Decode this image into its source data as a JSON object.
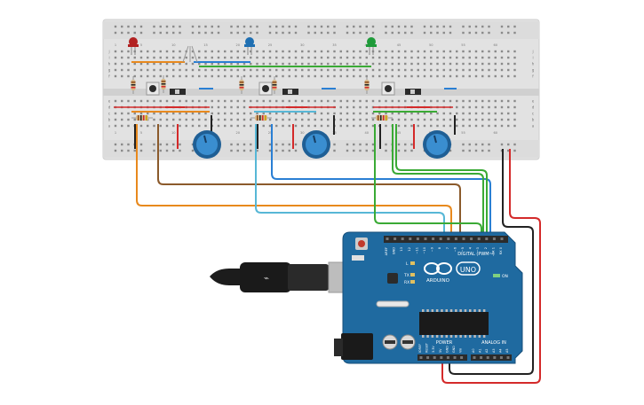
{
  "arduino": {
    "brand": "ARDUINO",
    "model": "UNO",
    "digital_header": "DIGITAL (PWM~)",
    "power_header": "POWER",
    "analog_header": "ANALOG IN",
    "on_label": "ON",
    "led_l": "L",
    "led_tx": "TX",
    "led_rx": "RX",
    "infinity_symbol": "∞",
    "digital_pins": [
      "AREF",
      "GND",
      "13",
      "12",
      "~11",
      "~10",
      "~9",
      "8",
      "7",
      "~6",
      "~5",
      "4",
      "~3",
      "2",
      "TX 1",
      "RX 0"
    ],
    "power_pins": [
      "IOREF",
      "RESET",
      "3.3V",
      "5V",
      "GND",
      "GND",
      "Vin"
    ],
    "analog_pins": [
      "A0",
      "A1",
      "A2",
      "A3",
      "A4",
      "A5"
    ]
  },
  "breadboard": {
    "column_numbers": [
      "1",
      "5",
      "10",
      "15",
      "20",
      "25",
      "30",
      "35",
      "40",
      "45",
      "50",
      "55",
      "60"
    ],
    "row_letters_top": [
      "j",
      "i",
      "h",
      "g",
      "f"
    ],
    "row_letters_bottom": [
      "e",
      "d",
      "c",
      "b",
      "a"
    ]
  },
  "components": {
    "leds": [
      {
        "name": "red-led",
        "color": "#b22222"
      },
      {
        "name": "blue-led",
        "color": "#1f6fb2"
      },
      {
        "name": "green-led",
        "color": "#1f9b3a"
      }
    ],
    "wire_colors": {
      "orange": "#e8891d",
      "brown": "#8b5a2b",
      "light_blue": "#57b7d6",
      "blue": "#2a7fd4",
      "green": "#3aaa35",
      "red": "#d42a2a",
      "black": "#222222"
    }
  }
}
